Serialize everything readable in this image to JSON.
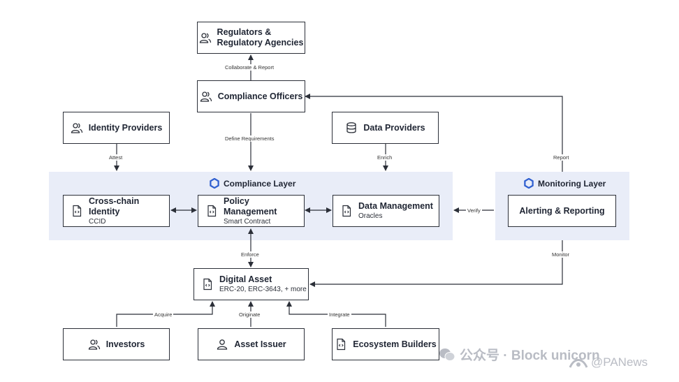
{
  "nodes": {
    "regulators": "Regulators &\nRegulatory Agencies",
    "compliance_officers": "Compliance Officers",
    "identity_providers": "Identity Providers",
    "data_providers": "Data Providers",
    "cross_chain_identity": {
      "title": "Cross-chain Identity",
      "sub": "CCID"
    },
    "policy_management": {
      "title": "Policy Management",
      "sub": "Smart Contract"
    },
    "data_management": {
      "title": "Data Management",
      "sub": "Oracles"
    },
    "alerting_reporting": "Alerting & Reporting",
    "digital_asset": {
      "title": "Digital Asset",
      "sub": "ERC-20, ERC-3643, + more"
    },
    "investors": "Investors",
    "asset_issuer": "Asset Issuer",
    "ecosystem_builders": "Ecosystem Builders"
  },
  "layers": {
    "compliance": "Compliance Layer",
    "monitoring": "Monitoring Layer"
  },
  "edges": {
    "collaborate": "Collaborate & Report",
    "define": "Define Requirements",
    "attest": "Attest",
    "enrich": "Enrich",
    "report": "Report",
    "verify": "Verify",
    "enforce": "Enforce",
    "monitor": "Monitor",
    "acquire": "Acquire",
    "originate": "Originate",
    "integrate": "Integrate"
  },
  "watermark": {
    "wechat": "公众号 · Block unicorn",
    "panews": "@PANews"
  },
  "colors": {
    "layer_bg": "#e9edf8",
    "accent": "#2f5fd0",
    "border": "#2b2f38"
  },
  "icons": [
    "users-icon",
    "user-icon",
    "database-icon",
    "code-file-icon",
    "hexagon-icon"
  ]
}
